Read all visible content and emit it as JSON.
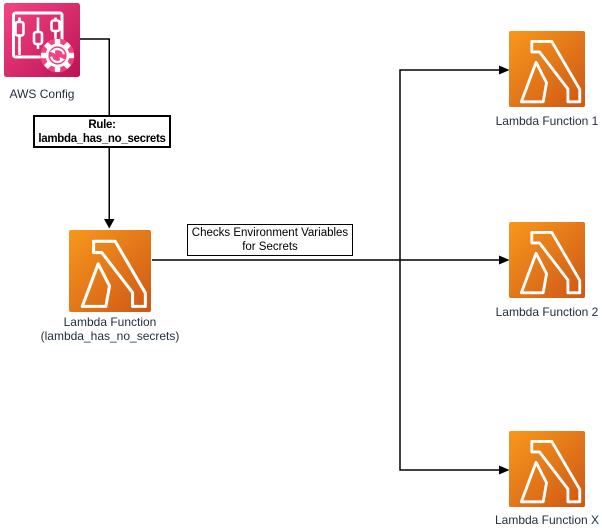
{
  "nodes": {
    "aws_config": {
      "label": "AWS Config"
    },
    "rule": {
      "line1": "Rule:",
      "line2": "lambda_has_no_secrets"
    },
    "lambda_main": {
      "line1": "Lambda Function",
      "line2": "(lambda_has_no_secrets)"
    },
    "lambda_1": {
      "label": "Lambda Function 1"
    },
    "lambda_2": {
      "label": "Lambda Function 2"
    },
    "lambda_x": {
      "label": "Lambda Function X"
    }
  },
  "edges": {
    "checks_label": {
      "line1": "Checks Environment Variables",
      "line2": "for Secrets"
    }
  },
  "icons": {
    "aws_config": "aws-config-icon",
    "lambda": "lambda-icon"
  },
  "colors": {
    "config_gradient_start": "#F34482",
    "config_gradient_end": "#BC1356",
    "lambda_gradient_start": "#F8981D",
    "lambda_gradient_end": "#CE5715",
    "label_text": "#232F3E",
    "line": "#000000",
    "box_background": "#FFFFFF",
    "canvas_background": "#FFFFFF"
  }
}
